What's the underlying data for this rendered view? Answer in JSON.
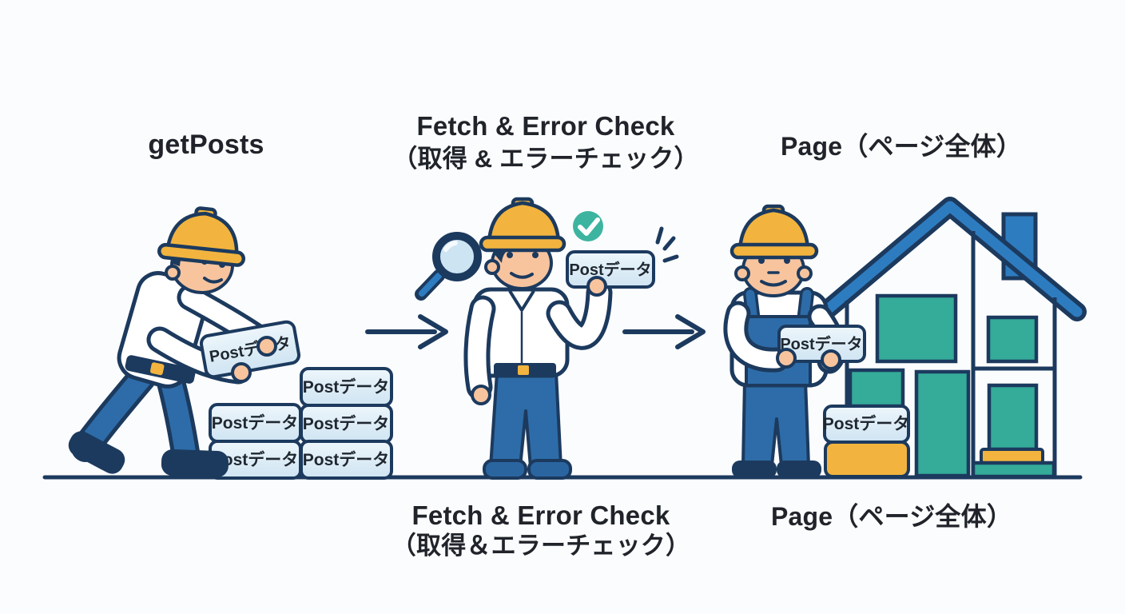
{
  "headers": {
    "stage1": "getPosts",
    "stage2_en": "Fetch & Error Check",
    "stage2_ja": "（取得 & エラーチェック）",
    "stage3": "Page（ページ全体）"
  },
  "captions": {
    "stage2_en": "Fetch & Error Check",
    "stage2_ja": "（取得＆エラーチェック）",
    "stage3": "Page（ページ全体）"
  },
  "block_label": "Postデータ",
  "icons": {
    "magnifier": "magnifier-icon",
    "check": "check-icon",
    "arrow": "arrow-right-icon",
    "emphasis": "emphasis-marks"
  },
  "colors": {
    "background": "#fbfcfd",
    "outline": "#1c3a5e",
    "roof_blue": "#2e7cc0",
    "pants_blue": "#2d6ca8",
    "shoe_blue": "#2a65a0",
    "teal": "#35ab99",
    "check_green": "#3cb4a0",
    "yellow": "#f2b43e",
    "block_fill": "#d9ebf6",
    "lens_fill": "#cde4f3",
    "skin": "#f7c49e",
    "text_color": "#20242a"
  }
}
